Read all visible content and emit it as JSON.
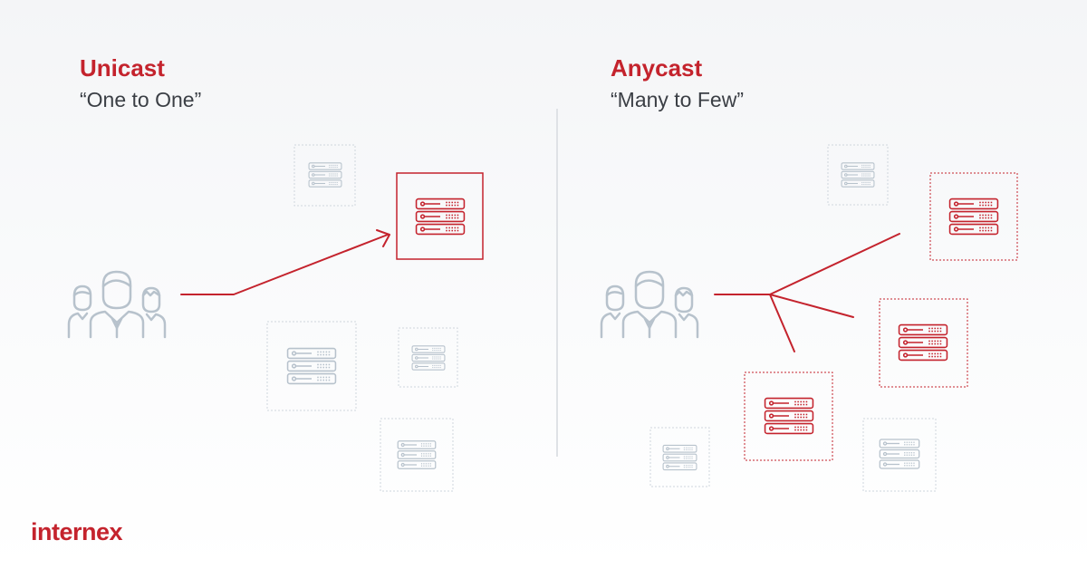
{
  "unicast": {
    "title": "Unicast",
    "subtitle": "“One to One”"
  },
  "anycast": {
    "title": "Anycast",
    "subtitle": "“Many to Few”"
  },
  "logo": {
    "text": "internex"
  },
  "colors": {
    "accent": "#c4232d",
    "inactive": "#b7c2cc",
    "text": "#3b3f45",
    "divider": "#dfe2e6"
  },
  "icons": {
    "users": "users-group-icon",
    "server": "server-rack-icon"
  }
}
